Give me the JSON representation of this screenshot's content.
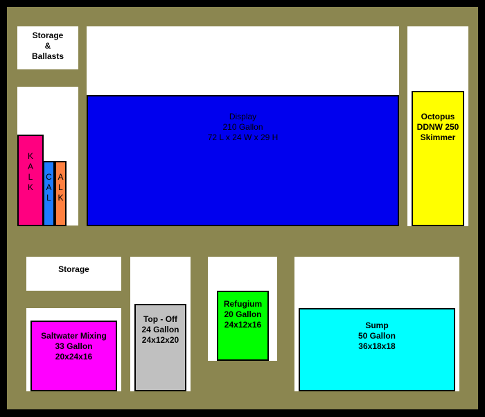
{
  "storage_ballasts": {
    "line1": "Storage",
    "line2": "&",
    "line3": "Ballasts"
  },
  "kalk": {
    "letters": [
      "K",
      "A",
      "L",
      "K"
    ],
    "color": "#FF0080"
  },
  "cal": {
    "letters": [
      "C",
      "A",
      "L"
    ],
    "color": "#1E7CFF"
  },
  "alk": {
    "letters": [
      "A",
      "L",
      "K"
    ],
    "color": "#FF8040"
  },
  "display": {
    "line1": "Display",
    "line2": "210 Gallon",
    "line3": "72 L x 24 W x 29 H",
    "color": "#0000EE"
  },
  "skimmer": {
    "line1": "Octopus",
    "line2": "DDNW 250",
    "line3": "Skimmer",
    "color": "#FFFF00"
  },
  "storage": {
    "label": "Storage"
  },
  "saltwater_mixing": {
    "line1": "Saltwater Mixing",
    "line2": "33 Gallon",
    "line3": "20x24x16",
    "color": "#FF00FF"
  },
  "top_off": {
    "line1": "Top - Off",
    "line2": "24 Gallon",
    "line3": "24x12x20",
    "color": "#C0C0C0"
  },
  "refugium": {
    "line1": "Refugium",
    "line2": "20 Gallon",
    "line3": "24x12x16",
    "color": "#00FF00"
  },
  "sump": {
    "line1": "Sump",
    "line2": "50 Gallon",
    "line3": "36x18x18",
    "color": "#00FFFF"
  }
}
